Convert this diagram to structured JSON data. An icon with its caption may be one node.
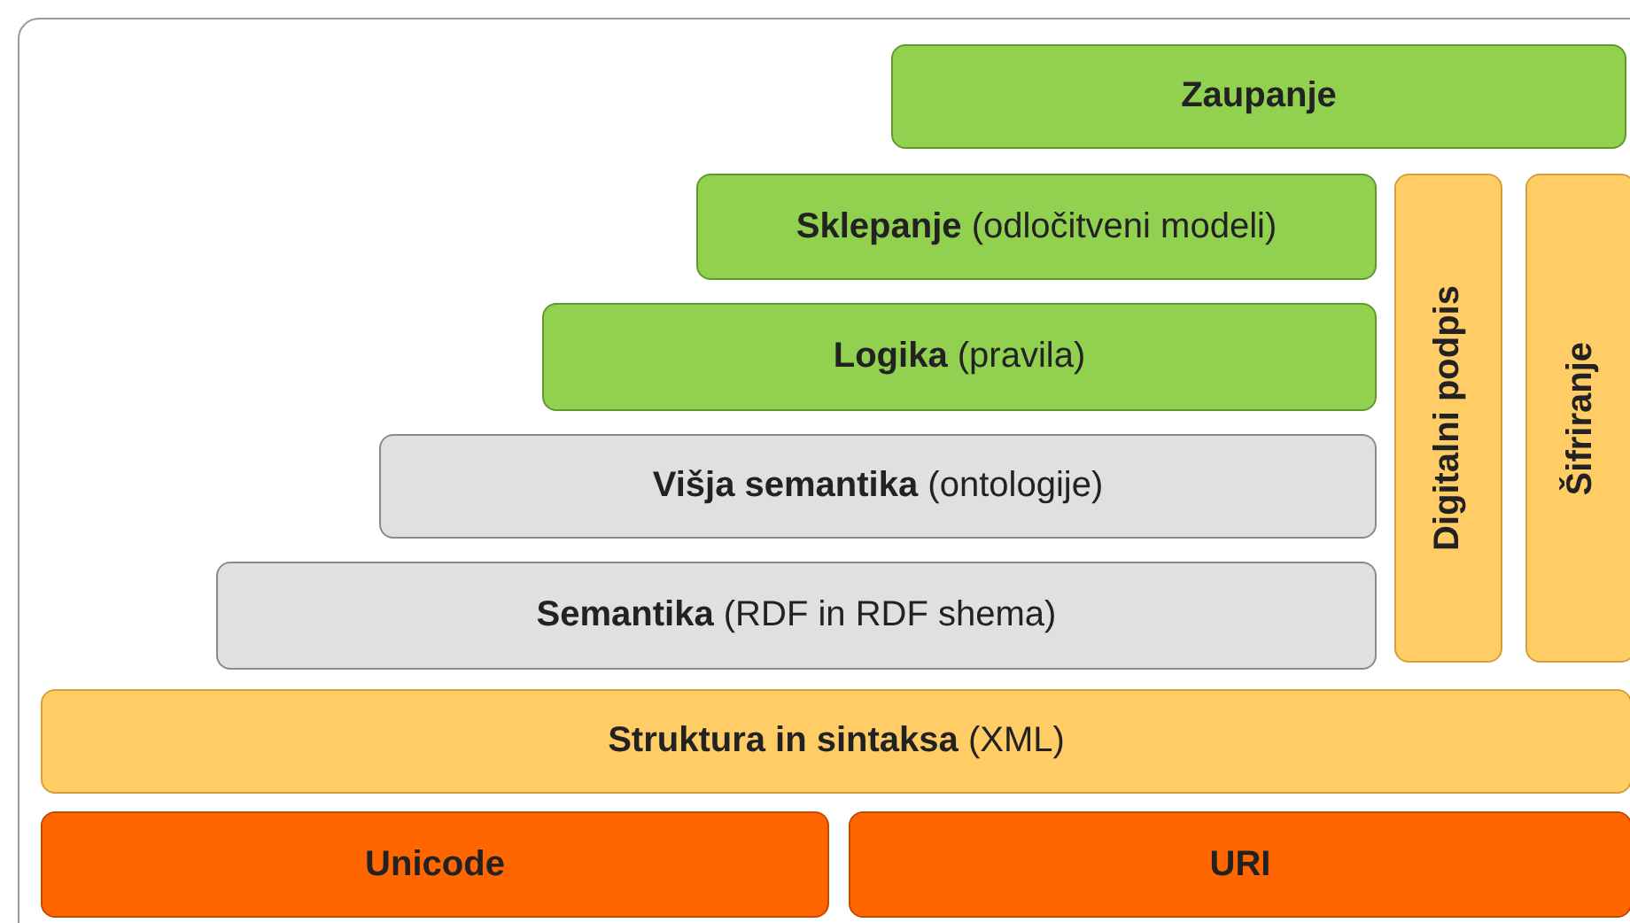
{
  "diagram": {
    "nodes": [
      {
        "text": [
          "Zaupanje"
        ]
      },
      {
        "text": [
          "**Sklepanje** (odločitveni modeli)"
        ]
      },
      {
        "text": [
          "**Logika** (pravila)"
        ]
      },
      {
        "text": [
          "**Višja semantika** (ontologije)"
        ]
      },
      {
        "text": [
          "**Semantika** (RDF in RDF shema)"
        ]
      },
      {
        "text": [
          "Digitalni podpis"
        ]
      },
      {
        "text": [
          "Šifriranje"
        ]
      },
      {
        "text": [
          "**Struktura in sintaksa** (XML)"
        ]
      },
      {
        "text": [
          "Unicode"
        ]
      },
      {
        "text": [
          "URI"
        ]
      }
    ]
  }
}
